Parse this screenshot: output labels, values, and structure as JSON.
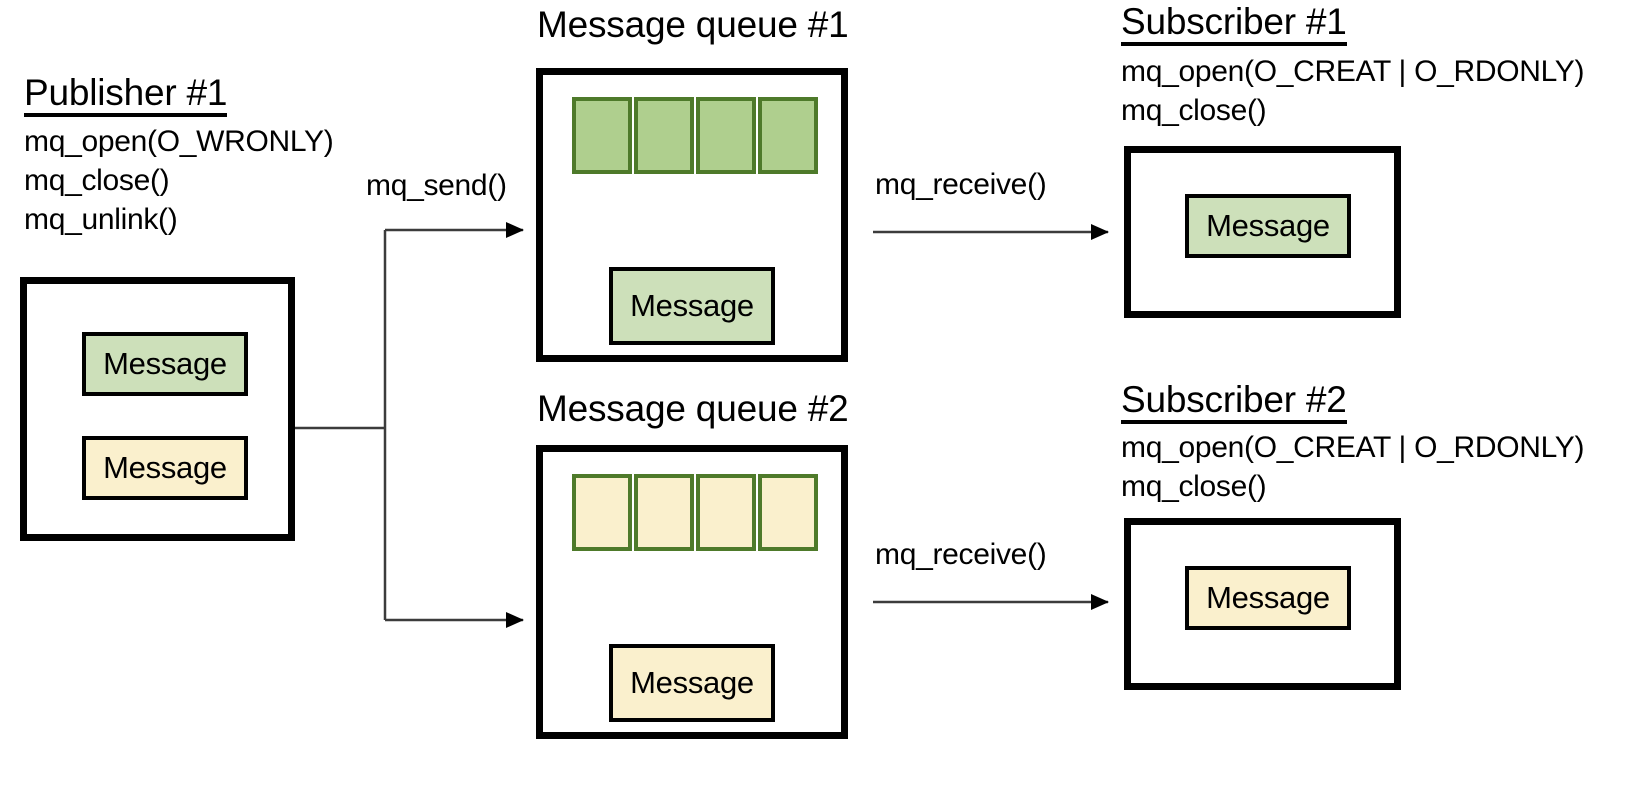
{
  "diagram": {
    "title_hidden": "POSIX message queue publish/subscribe diagram",
    "colors": {
      "slot_green_fill": "#AFCF8E",
      "slot_green_border": "#4E7A2A",
      "slot_yellow_fill": "#FAF0CD",
      "slot_yellow_border": "#4E7A2A",
      "message_green_fill": "#CDE0BA",
      "message_yellow_fill": "#FAF0CD",
      "outline": "#000000",
      "background": "#FFFFFF"
    }
  },
  "publisher": {
    "heading": "Publisher #1",
    "api": [
      "mq_open(O_WRONLY)",
      "mq_close()",
      "mq_unlink()"
    ],
    "messages": [
      {
        "label": "Message",
        "color": "green"
      },
      {
        "label": "Message",
        "color": "yellow"
      }
    ]
  },
  "queues": [
    {
      "title": "Message queue #1",
      "slot_count": 4,
      "slot_color": "green",
      "message": {
        "label": "Message",
        "color": "green"
      }
    },
    {
      "title": "Message queue #2",
      "slot_count": 4,
      "slot_color": "yellow",
      "message": {
        "label": "Message",
        "color": "yellow"
      }
    }
  ],
  "subscribers": [
    {
      "heading": "Subscriber #1",
      "api": [
        "mq_open(O_CREAT | O_RDONLY)",
        "mq_close()"
      ],
      "message": {
        "label": "Message",
        "color": "green"
      }
    },
    {
      "heading": "Subscriber #2",
      "api": [
        "mq_open(O_CREAT | O_RDONLY)",
        "mq_close()"
      ],
      "message": {
        "label": "Message",
        "color": "yellow"
      }
    }
  ],
  "edges": {
    "send_label": "mq_send()",
    "receive_label_1": "mq_receive()",
    "receive_label_2": "mq_receive()"
  }
}
